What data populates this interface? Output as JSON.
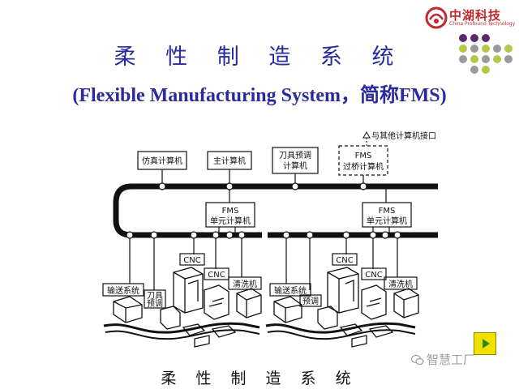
{
  "slide": {
    "title": "柔 性 制 造 系 统",
    "subtitle": "(Flexible Manufacturing System，简称FMS)",
    "caption": "柔 性 制 造 系 统"
  },
  "logo": {
    "name": "中湖科技",
    "english": "China Profound Technology",
    "color": "#c0282c"
  },
  "diagram": {
    "top_boxes": {
      "simulation": "仿真计算机",
      "main": "主计算机",
      "tool_presetting": [
        "刀具预调",
        "计算机"
      ],
      "bridge": [
        "FMS",
        "过桥计算机"
      ]
    },
    "other_interface": "与其他计算机接口",
    "cell_units": [
      [
        "FMS",
        "单元计算机"
      ],
      [
        "FMS",
        "单元计算机"
      ]
    ],
    "left_cell": {
      "cnc1": "CNC",
      "cnc2": "CNC",
      "cleaning": "清洗机",
      "conveyor": "输送系统",
      "tool_preset": [
        "刀具",
        "预调"
      ]
    },
    "right_cell": {
      "cnc1": "CNC",
      "cnc2": "CNC",
      "cleaning": "清洗机",
      "conveyor": "输送系统",
      "tool_preset": "预调"
    }
  },
  "watermark": "智慧工厂",
  "colors": {
    "title": "#2a2a9c",
    "next_button": "#f2e200",
    "dot_purple": "#5b2a6e",
    "dot_green": "#b8c44a",
    "dot_gray": "#9a9a9a"
  }
}
